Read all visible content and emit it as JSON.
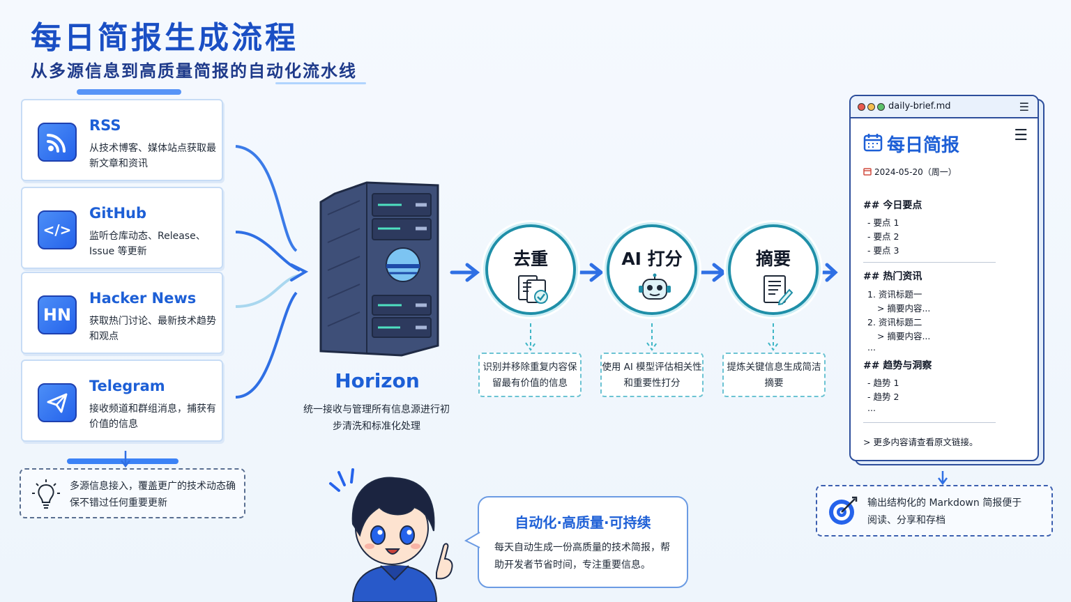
{
  "header": {
    "title": "每日简报生成流程",
    "subtitle": "从多源信息到高质量简报的自动化流水线"
  },
  "sources": [
    {
      "name": "RSS",
      "desc": "从技术博客、媒体站点获取最新文章和资讯",
      "icon": "rss-icon"
    },
    {
      "name": "GitHub",
      "desc": "监听仓库动态、Release、Issue 等更新",
      "icon": "code-icon",
      "glyph": "</>"
    },
    {
      "name": "Hacker News",
      "desc": "获取热门讨论、最新技术趋势和观点",
      "icon": "hn-logo-icon",
      "glyph": "HN"
    },
    {
      "name": "Telegram",
      "desc": "接收频道和群组消息，捕获有价值的信息",
      "icon": "paper-plane-icon"
    }
  ],
  "source_note": "多源信息接入，覆盖更广的技术动态确保不错过任何重要更新",
  "horizon": {
    "name": "Horizon",
    "desc": "统一接收与管理所有信息源进行初步清洗和标准化处理"
  },
  "steps": [
    {
      "label": "去重",
      "desc": "识别并移除重复内容保留最有价值的信息",
      "icon": "document-check-icon"
    },
    {
      "label": "AI 打分",
      "desc": "使用 AI 模型评估相关性和重要性打分",
      "icon": "robot-icon"
    },
    {
      "label": "摘要",
      "desc": "提炼关键信息生成简洁摘要",
      "icon": "document-edit-icon"
    }
  ],
  "markdown": {
    "filename": "daily-brief.md",
    "heading": "每日简报",
    "date": "2024-05-20（周一）",
    "section1": "## 今日要点",
    "section1_items": [
      "要点 1",
      "要点 2",
      "要点 3"
    ],
    "section2": "## 热门资讯",
    "section2_items": [
      "1. 资讯标题一",
      "> 摘要内容...",
      "2. 资讯标题二",
      "> 摘要内容...",
      "..."
    ],
    "section3": "## 趋势与洞察",
    "section3_items": [
      "趋势 1",
      "趋势 2",
      "..."
    ],
    "footer": "> 更多内容请查看原文链接。"
  },
  "output_note": "输出结构化的 Markdown 简报便于阅读、分享和存档",
  "bubble": {
    "title": "自动化·高质量·可持续",
    "text": "每天自动生成一份高质量的技术简报，帮助开发者节省时间，专注重要信息。"
  },
  "colors": {
    "primary": "#1d5fd6",
    "teal": "#1f8fa8",
    "arrow": "#2f6fe4"
  }
}
